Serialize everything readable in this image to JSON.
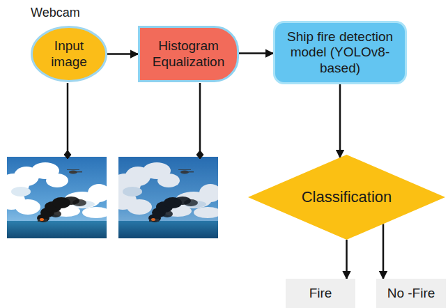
{
  "diagram": {
    "nodes": [
      {
        "text": [
          "Input image"
        ]
      },
      {
        "text": [
          "Histogram Equalization"
        ]
      },
      {
        "text": [
          "Ship fire detection model (YOLOv8-based)"
        ]
      },
      {
        "text": [
          "Classification"
        ]
      },
      {
        "text": [
          "Fire"
        ]
      },
      {
        "text": [
          "No -Fire"
        ]
      }
    ],
    "edges": [
      {
        "from": 0,
        "to": 1,
        "arrow": "to"
      },
      {
        "from": 1,
        "to": 2,
        "arrow": "to"
      },
      {
        "from": 2,
        "to": 3,
        "arrow": "to"
      },
      {
        "from": 3,
        "to": 4,
        "arrow": "to"
      },
      {
        "from": 3,
        "to": 5,
        "arrow": "to"
      }
    ],
    "labels": [
      "Webcam"
    ]
  }
}
